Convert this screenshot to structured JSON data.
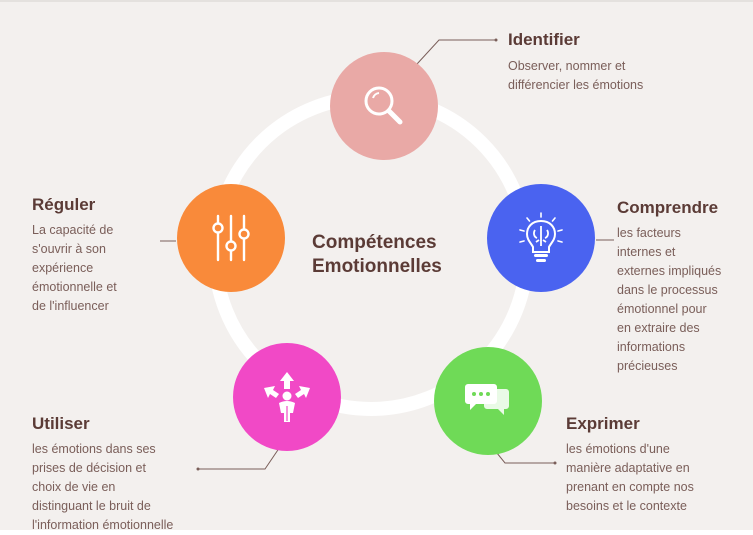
{
  "center": {
    "line1": "Compétences",
    "line2": "Emotionnelles"
  },
  "nodes": [
    {
      "title": "Identifier",
      "desc": [
        "Observer, nommer et",
        "différencier les émotions"
      ],
      "icon": "magnifier-icon",
      "color": "#e9a9a6"
    },
    {
      "title": "Comprendre",
      "desc": [
        "les facteurs",
        "internes et",
        "externes impliqués",
        "dans le processus",
        "émotionnel pour",
        "en extraire des",
        "informations",
        "précieuses"
      ],
      "icon": "brain-bulb-icon",
      "color": "#4a63f0"
    },
    {
      "title": "Exprimer",
      "desc": [
        "les émotions d'une",
        "manière adaptative en",
        "prenant en compte nos",
        "besoins et le contexte"
      ],
      "icon": "chat-bubbles-icon",
      "color": "#6fda57"
    },
    {
      "title": "Utiliser",
      "desc": [
        "les émotions dans ses",
        "prises de décision et",
        "choix de vie en",
        "distinguant le bruit de",
        "l'information émotionnelle"
      ],
      "icon": "person-arrows-icon",
      "color": "#f149c6"
    },
    {
      "title": "Réguler",
      "desc": [
        "La capacité de",
        "s'ouvrir à son",
        "expérience",
        "émotionnelle et",
        "de l'influencer"
      ],
      "icon": "sliders-icon",
      "color": "#f98a3a"
    }
  ]
}
